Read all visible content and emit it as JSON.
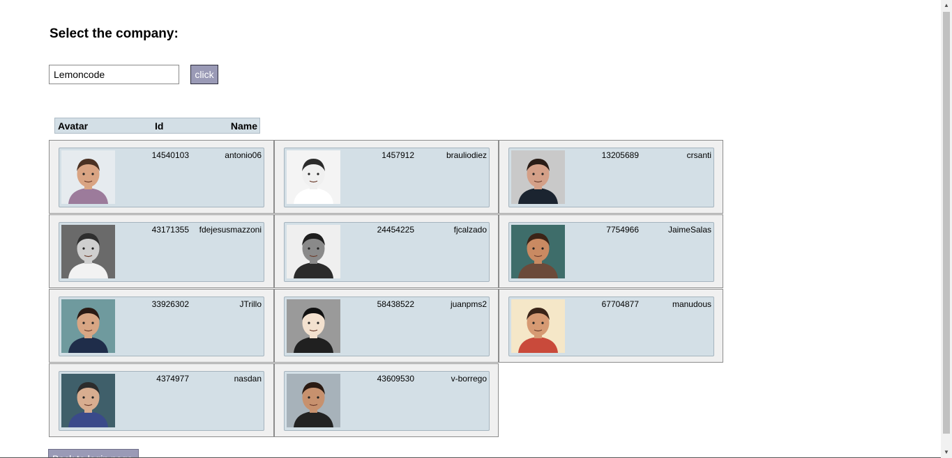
{
  "page": {
    "title": "Select the company:",
    "company_input_value": "Lemoncode",
    "click_label": "click",
    "back_label": "Back to login page"
  },
  "table": {
    "headers": {
      "avatar": "Avatar",
      "id": "Id",
      "name": "Name"
    }
  },
  "members": [
    {
      "id": "14540103",
      "name": "antonio06",
      "avatar_colors": {
        "bg": "#e6ebef",
        "skin": "#d9a483",
        "hair": "#4a3123",
        "shirt": "#9c7b9b"
      }
    },
    {
      "id": "1457912",
      "name": "brauliodiez",
      "avatar_colors": {
        "bg": "#f4f4f4",
        "skin": "#f0f0f0",
        "hair": "#2b2b2b",
        "shirt": "#ffffff"
      }
    },
    {
      "id": "13205689",
      "name": "crsanti",
      "avatar_colors": {
        "bg": "#c9c9c9",
        "skin": "#d4a088",
        "hair": "#2a1d17",
        "shirt": "#1b2430"
      }
    },
    {
      "id": "43171355",
      "name": "fdejesusmazzoni",
      "avatar_colors": {
        "bg": "#6a6a6a",
        "skin": "#cfcfcf",
        "hair": "#2e2e2e",
        "shirt": "#f2f2f2"
      }
    },
    {
      "id": "24454225",
      "name": "fjcalzado",
      "avatar_colors": {
        "bg": "#efefef",
        "skin": "#8a8a8a",
        "hair": "#1e1e1e",
        "shirt": "#2b2b2b"
      }
    },
    {
      "id": "7754966",
      "name": "JaimeSalas",
      "avatar_colors": {
        "bg": "#3e6d6a",
        "skin": "#c98a62",
        "hair": "#3b2417",
        "shirt": "#6b4a3a"
      }
    },
    {
      "id": "33926302",
      "name": "JTrillo",
      "avatar_colors": {
        "bg": "#6f9a9e",
        "skin": "#d8a684",
        "hair": "#2a1a14",
        "shirt": "#1f2d4a"
      }
    },
    {
      "id": "58438522",
      "name": "juanpms2",
      "avatar_colors": {
        "bg": "#9a9a9a",
        "skin": "#f3e1cf",
        "hair": "#111111",
        "shirt": "#202020"
      }
    },
    {
      "id": "67704877",
      "name": "manudous",
      "avatar_colors": {
        "bg": "#f5e7c8",
        "skin": "#d69a73",
        "hair": "#3a2418",
        "shirt": "#c94a3b"
      }
    },
    {
      "id": "4374977",
      "name": "nasdan",
      "avatar_colors": {
        "bg": "#3f5f6a",
        "skin": "#d8ad90",
        "hair": "#2c2c2c",
        "shirt": "#3a4a8a"
      }
    },
    {
      "id": "43609530",
      "name": "v-borrego",
      "avatar_colors": {
        "bg": "#a7b2ba",
        "skin": "#c7916e",
        "hair": "#2a1a12",
        "shirt": "#222222"
      }
    }
  ]
}
